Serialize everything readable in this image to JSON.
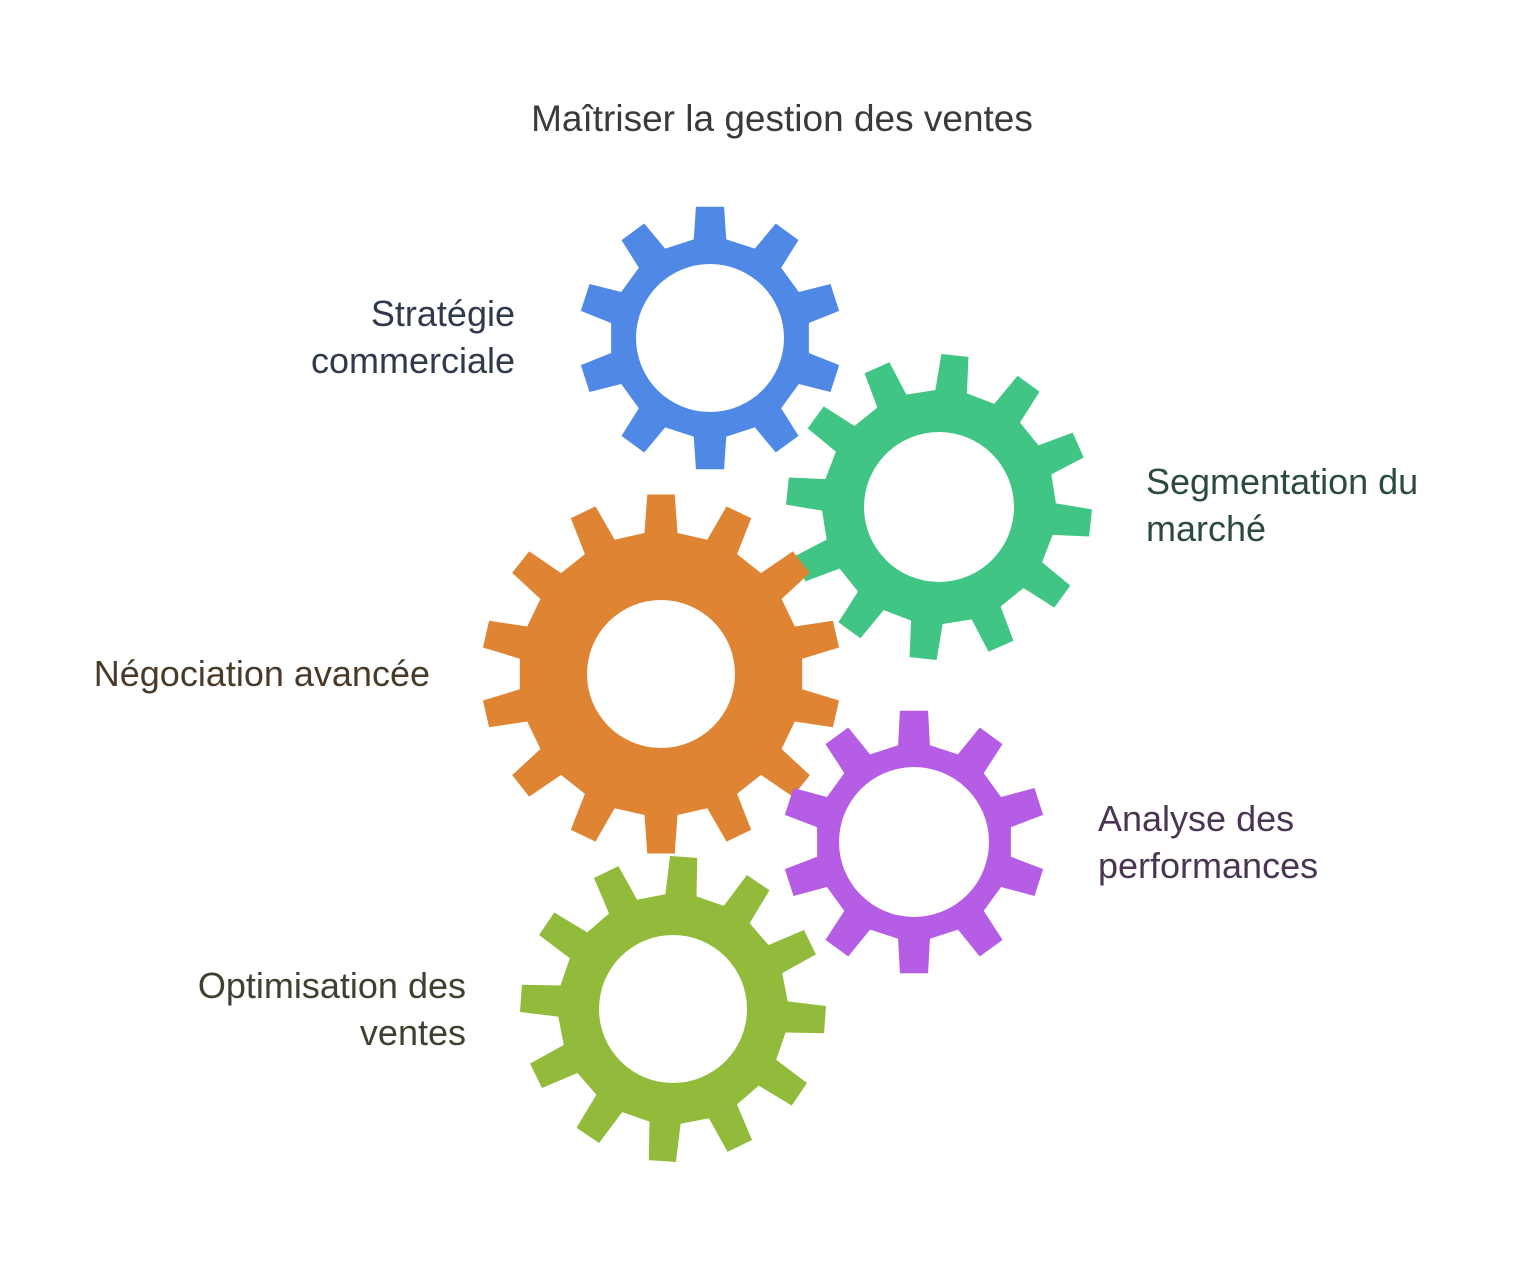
{
  "title": "Maîtriser la gestion des ventes",
  "gears": [
    {
      "id": "strategie",
      "label": "Stratégie\ncommerciale",
      "color": "#4F88E5",
      "teeth": 10
    },
    {
      "id": "segmentation",
      "label": "Segmentation du\nmarché",
      "color": "#41C585",
      "teeth": 12
    },
    {
      "id": "negociation",
      "label": "Négociation avancée",
      "color": "#DE8432",
      "teeth": 14
    },
    {
      "id": "analyse",
      "label": "Analyse des\nperformances",
      "color": "#B65DE6",
      "teeth": 10
    },
    {
      "id": "optimisation",
      "label": "Optimisation des\nventes",
      "color": "#92BB3B",
      "teeth": 12
    }
  ]
}
